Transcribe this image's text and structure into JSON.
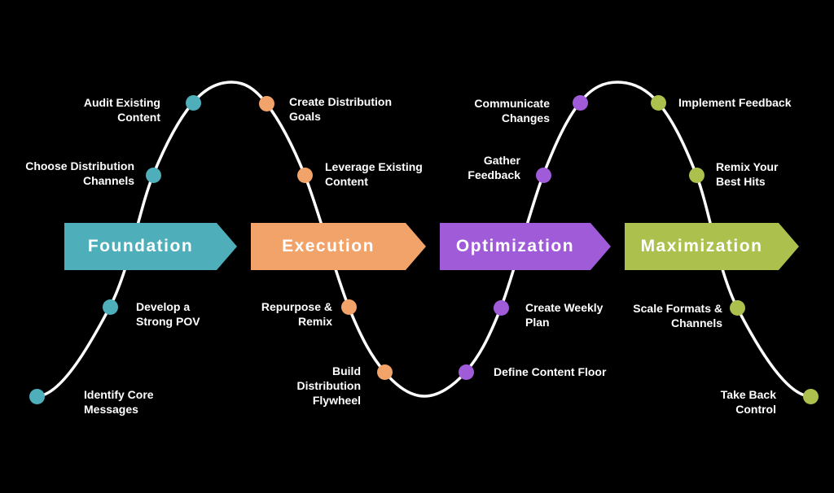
{
  "canvas": {
    "background": "#000000"
  },
  "curve": {
    "color": "#ffffff"
  },
  "phases": [
    {
      "label": "Foundation",
      "color": "#4EAEBA",
      "milestones": [
        {
          "lines": [
            "Audit Existing",
            "Content"
          ]
        },
        {
          "lines": [
            "Choose Distribution",
            "Channels"
          ]
        },
        {
          "lines": [
            "Develop a",
            "Strong POV"
          ]
        },
        {
          "lines": [
            "Identify Core",
            "Messages"
          ]
        }
      ]
    },
    {
      "label": "Execution",
      "color": "#F2A369",
      "milestones": [
        {
          "lines": [
            "Create Distribution",
            "Goals"
          ]
        },
        {
          "lines": [
            "Leverage Existing",
            "Content"
          ]
        },
        {
          "lines": [
            "Repurpose &",
            "Remix"
          ]
        },
        {
          "lines": [
            "Build",
            "Distribution",
            "Flywheel"
          ]
        }
      ]
    },
    {
      "label": "Optimization",
      "color": "#A05BD9",
      "milestones": [
        {
          "lines": [
            "Communicate",
            "Changes"
          ]
        },
        {
          "lines": [
            "Gather",
            "Feedback"
          ]
        },
        {
          "lines": [
            "Create Weekly",
            "Plan"
          ]
        },
        {
          "lines": [
            "Define Content Floor"
          ]
        }
      ]
    },
    {
      "label": "Maximization",
      "color": "#ABC04D",
      "milestones": [
        {
          "lines": [
            "Implement Feedback"
          ]
        },
        {
          "lines": [
            "Remix Your",
            "Best Hits"
          ]
        },
        {
          "lines": [
            "Scale Formats &",
            "Channels"
          ]
        },
        {
          "lines": [
            "Take Back",
            "Control"
          ]
        }
      ]
    }
  ]
}
